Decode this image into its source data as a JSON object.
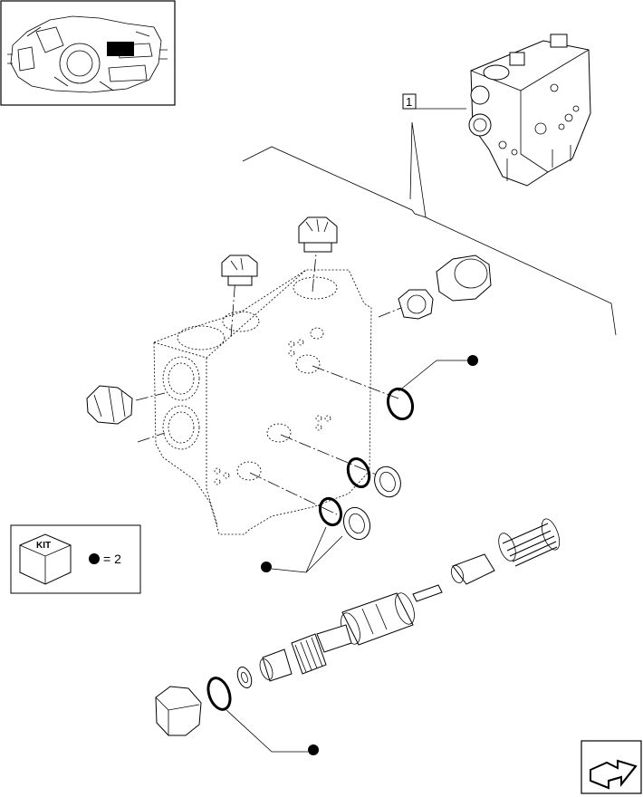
{
  "callout": {
    "item_number": "1"
  },
  "kit_legend": {
    "kit_label": "KIT",
    "equals_text": "= 2"
  },
  "icons": {
    "bullet_marker": "filled-circle",
    "navigation": "next-page-arrow-icon",
    "thumbnail": "tractor-location-thumbnail"
  }
}
